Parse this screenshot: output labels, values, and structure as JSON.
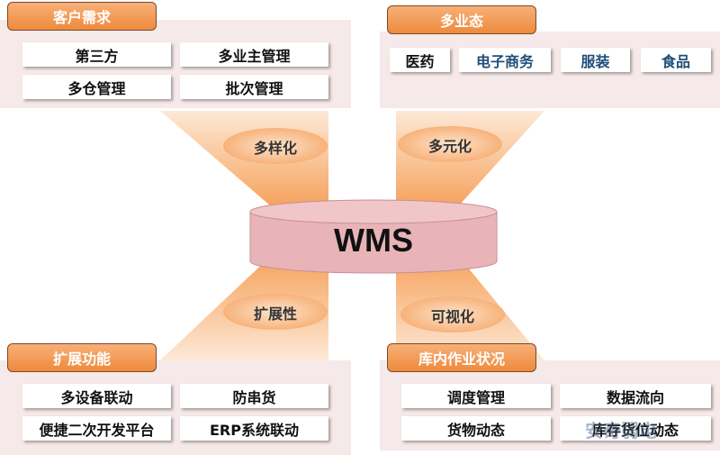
{
  "customer_needs": {
    "title": "客户需求",
    "items": [
      "第三方",
      "多业主管理",
      "多仓管理",
      "批次管理"
    ]
  },
  "multi_business": {
    "title": "多业态",
    "items": [
      "医药",
      "电子商务",
      "服装",
      "食品"
    ]
  },
  "extension": {
    "title": "扩展功能",
    "items": [
      "多设备联动",
      "防串货",
      "便捷二次开发平台",
      "ERP系统联动"
    ]
  },
  "warehouse_ops": {
    "title": "库内作业状况",
    "items": [
      "调度管理",
      "数据流向",
      "货物动态",
      "库存货位动态"
    ]
  },
  "center": {
    "label": "WMS"
  },
  "funnels": [
    "多样化",
    "多元化",
    "扩展性",
    "可视化"
  ],
  "colors": {
    "accent": "#ee8a3c",
    "panel": "#f6e9e9",
    "cylinder": "#e8b4b8",
    "highlight_text": "#1f4e79"
  },
  "watermark": "安奇弱电 ANOQI WEAK ELECTRICITY"
}
